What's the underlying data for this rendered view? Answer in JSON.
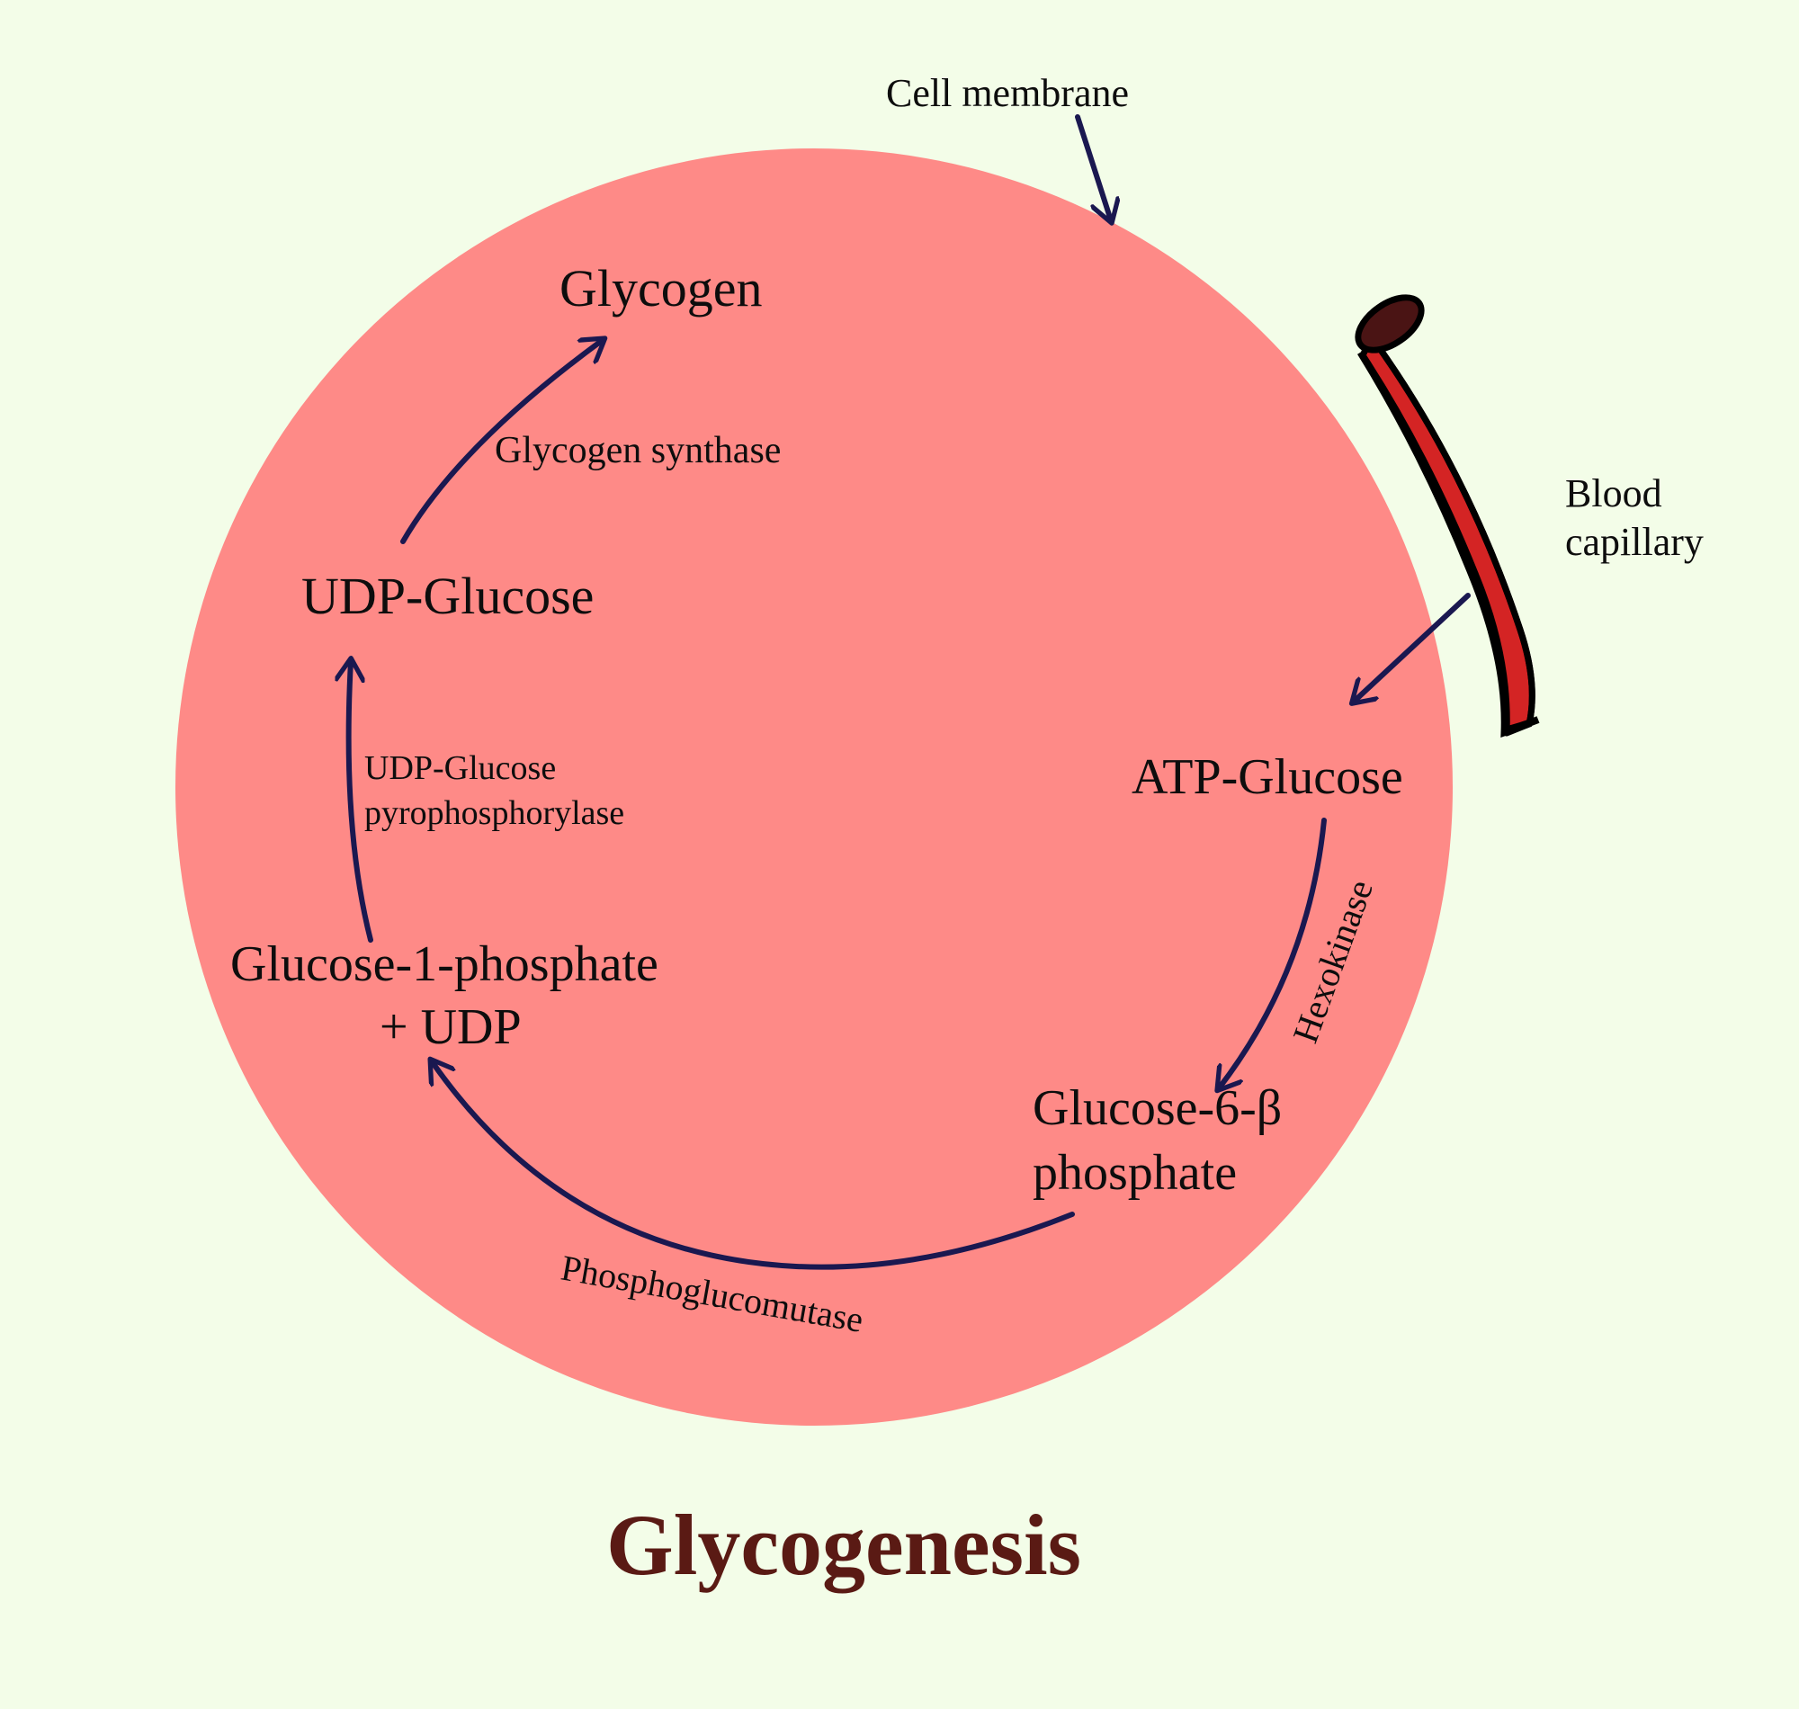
{
  "labels": {
    "cell_membrane": "Cell membrane",
    "blood_capillary_line1": "Blood",
    "blood_capillary_line2": "capillary",
    "glycogen": "Glycogen",
    "glycogen_synthase": "Glycogen synthase",
    "udp_glucose": "UDP-Glucose",
    "udp_glucose_pyrophosphorylase_line1": "UDP-Glucose",
    "udp_glucose_pyrophosphorylase_line2": "pyrophosphorylase",
    "glucose_1_phosphate_line1": "Glucose-1-phosphate",
    "glucose_1_phosphate_line2": "+ UDP",
    "atp_glucose": "ATP-Glucose",
    "hexokinase": "Hexokinase",
    "glucose_6_phosphate_line1": "Glucose-6-β",
    "glucose_6_phosphate_line2": "phosphate",
    "phosphoglucomutase": "Phosphoglucomutase"
  },
  "title": "Glycogenesis",
  "colors": {
    "background": "#f3fde8",
    "cell": "#fe8a87",
    "arrow": "#1a1850",
    "capillary": "#d42424",
    "capillary_lumen": "#4a1414",
    "title": "#5a1a14"
  }
}
